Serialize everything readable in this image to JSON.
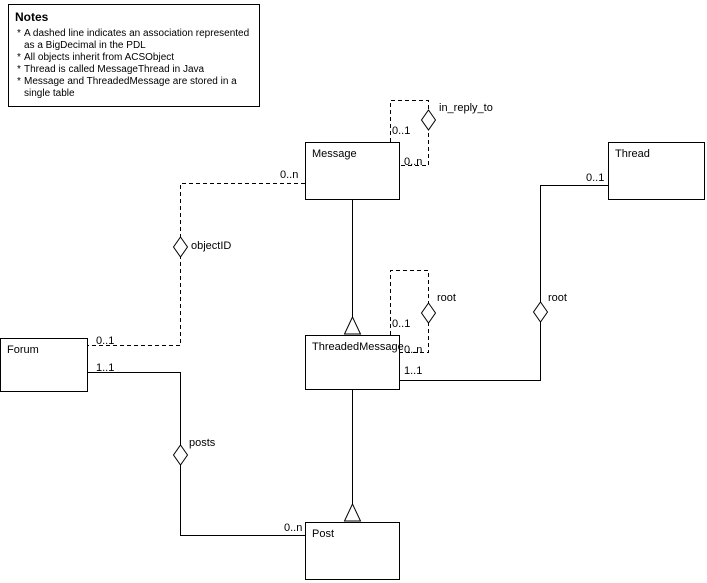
{
  "diagram": {
    "notes": {
      "title": "Notes",
      "bullet": "*",
      "items": [
        "A dashed line indicates an association represented as a BigDecimal in the PDL",
        "All objects inherit from ACSObject",
        "Thread is called MessageThread in Java",
        "Message and ThreadedMessage are stored in a single table"
      ]
    },
    "entities": {
      "message": "Message",
      "thread": "Thread",
      "threaded_message": "ThreadedMessage",
      "forum": "Forum",
      "post": "Post"
    },
    "labels": {
      "in_reply_to": "in_reply_to",
      "object_id": "objectID",
      "root_self": "root",
      "root_thread": "root",
      "posts": "posts"
    },
    "multiplicities": {
      "message_self_top": "0..1",
      "message_self_right": "0..n",
      "message_objectid": "0..n",
      "forum_objectid": "0..1",
      "forum_posts": "1..1",
      "post_posts": "0..n",
      "tm_self_top": "0..1",
      "tm_self_right": "0..n",
      "tm_root": "1..1",
      "thread_root": "0..1"
    }
  }
}
